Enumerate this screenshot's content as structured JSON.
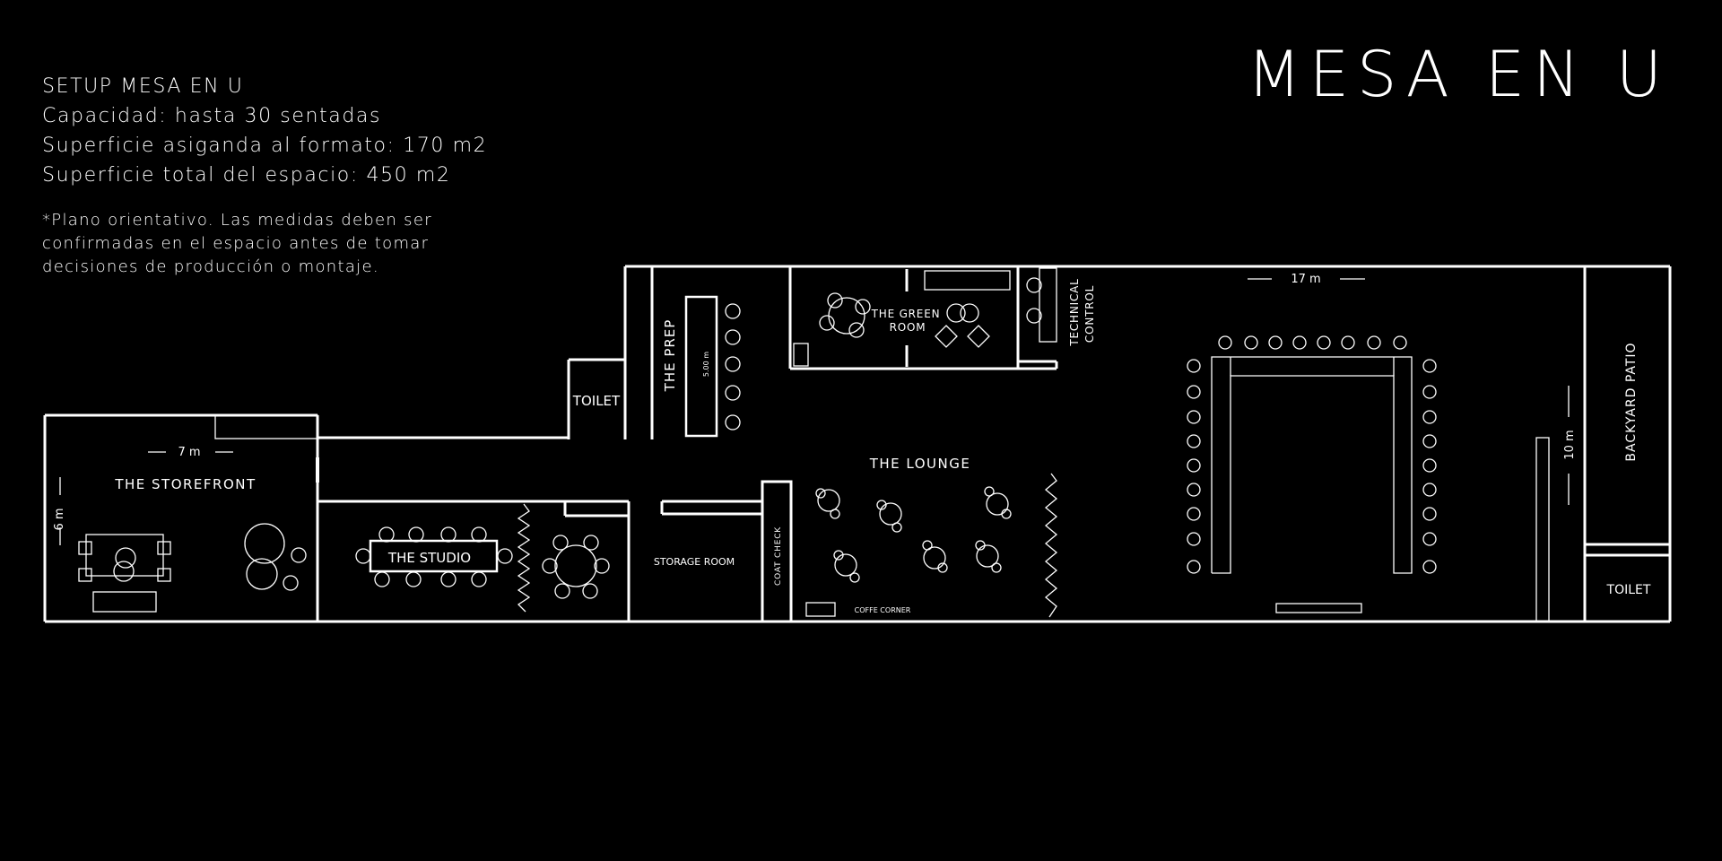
{
  "title": "MESA EN U",
  "setup": {
    "heading": "SETUP MESA EN U",
    "capacity": "Capacidad: hasta 30 sentadas",
    "format_area": "Superficie asiganda al formato: 170 m2",
    "total_area": "Superficie total del espacio: 450 m2"
  },
  "note": "*Plano orientativo. Las medidas deben ser confirmadas en el espacio antes de tomar decisiones de producción o montaje.",
  "rooms": {
    "storefront": "THE STOREFRONT",
    "studio": "THE STUDIO",
    "toilet_left": "TOILET",
    "prep": "THE PREP",
    "green_room_1": "THE GREEN",
    "green_room_2": "ROOM",
    "technical_1": "TECHNICAL",
    "technical_2": "CONTROL",
    "lounge": "THE LOUNGE",
    "storage": "STORAGE ROOM",
    "coat_check": "COAT CHECK",
    "coffee_corner": "COFFE CORNER",
    "backyard": "BACKYARD PATIO",
    "toilet_right": "TOILET"
  },
  "dimensions": {
    "storefront_width": "7 m",
    "storefront_depth": "6 m",
    "main_width": "17 m",
    "main_depth": "10 m",
    "prep_table": "5.00 m"
  },
  "colors": {
    "background": "#000000",
    "lines": "#ffffff"
  }
}
